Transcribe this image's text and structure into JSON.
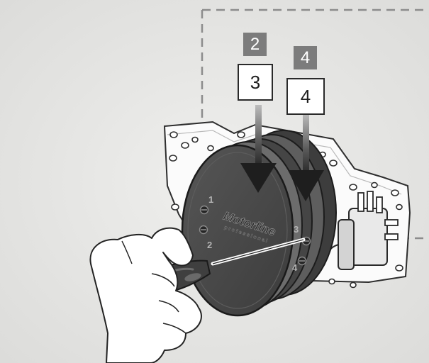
{
  "callouts": {
    "left_small": "2",
    "left_large": "3",
    "right_small": "4",
    "right_large": "4"
  },
  "dial": {
    "brand": "Motorline",
    "brand_sub": "professional",
    "positions": [
      "1",
      "2",
      "3",
      "4"
    ]
  },
  "colors": {
    "background": "#e6e6e4",
    "dial": "#4a4a4a",
    "callout_dark": "#7c7c7c",
    "outline": "#2a2a2a"
  },
  "icons": {
    "arrows": "down-arrow-icon",
    "tool": "screwdriver-icon",
    "switch": "microswitch-icon"
  }
}
